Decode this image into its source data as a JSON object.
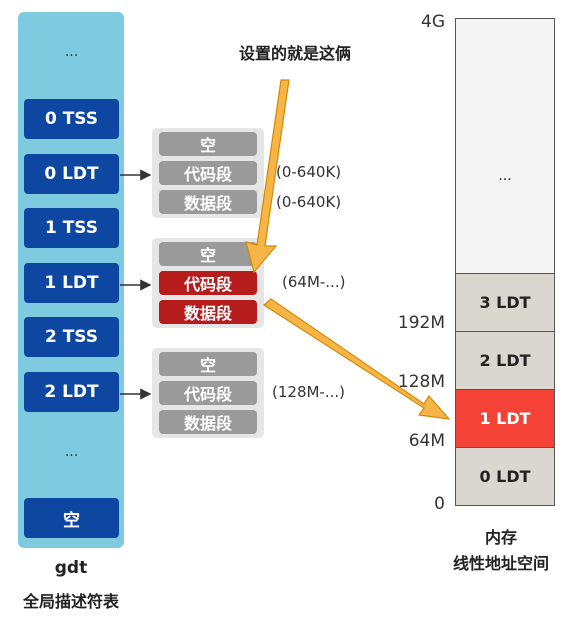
{
  "gdt": {
    "top_ellipsis": "...",
    "entries": [
      "0 TSS",
      "0 LDT",
      "1 TSS",
      "1 LDT",
      "2 TSS",
      "2 LDT"
    ],
    "mid_ellipsis": "...",
    "empty_entry": "空",
    "caption_name": "gdt",
    "caption_desc": "全局描述符表"
  },
  "annotation": "设置的就是这俩",
  "ldt_groups": [
    {
      "empty": "空",
      "code": "代码段",
      "data": "数据段",
      "code_range": "(0-640K)",
      "data_range": "(0-640K)"
    },
    {
      "empty": "空",
      "code": "代码段",
      "data": "数据段",
      "range": "(64M-...)"
    },
    {
      "empty": "空",
      "code": "代码段",
      "data": "数据段",
      "range": "(128M-...)"
    }
  ],
  "memory": {
    "top_ellipsis": "...",
    "ldts": [
      "3 LDT",
      "2 LDT",
      "1 LDT",
      "0 LDT"
    ],
    "ticks": {
      "t4g": "4G",
      "t192": "192M",
      "t128": "128M",
      "t64": "64M",
      "t0": "0"
    },
    "caption_line1": "内存",
    "caption_line2": "线性地址空间",
    "highlight_color": "#f44336"
  }
}
